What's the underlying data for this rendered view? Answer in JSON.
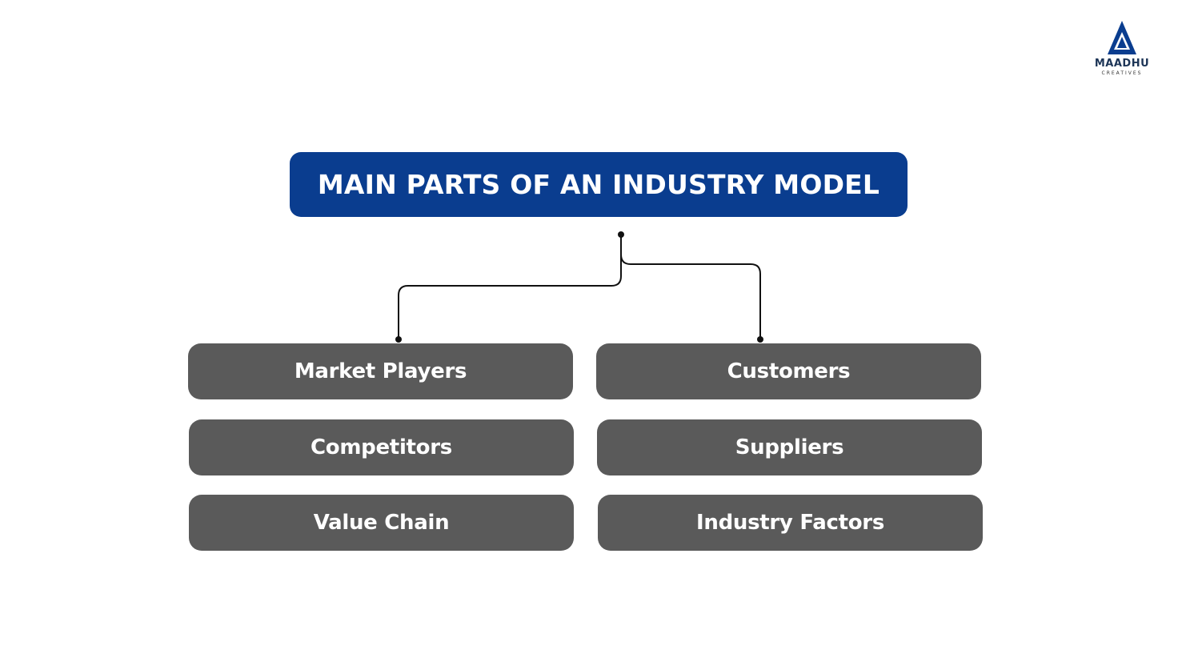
{
  "brand": {
    "name": "MAADHU",
    "tagline": "CREATIVES"
  },
  "diagram": {
    "title": "MAIN PARTS OF AN INDUSTRY MODEL",
    "nodes": [
      "Market Players",
      "Customers",
      "Competitors",
      "Suppliers",
      "Value Chain",
      "Industry Factors"
    ]
  },
  "colors": {
    "title_background": "#0a3d8f",
    "node_background": "#5a5a5a",
    "connector": "#111111",
    "text": "#ffffff"
  }
}
